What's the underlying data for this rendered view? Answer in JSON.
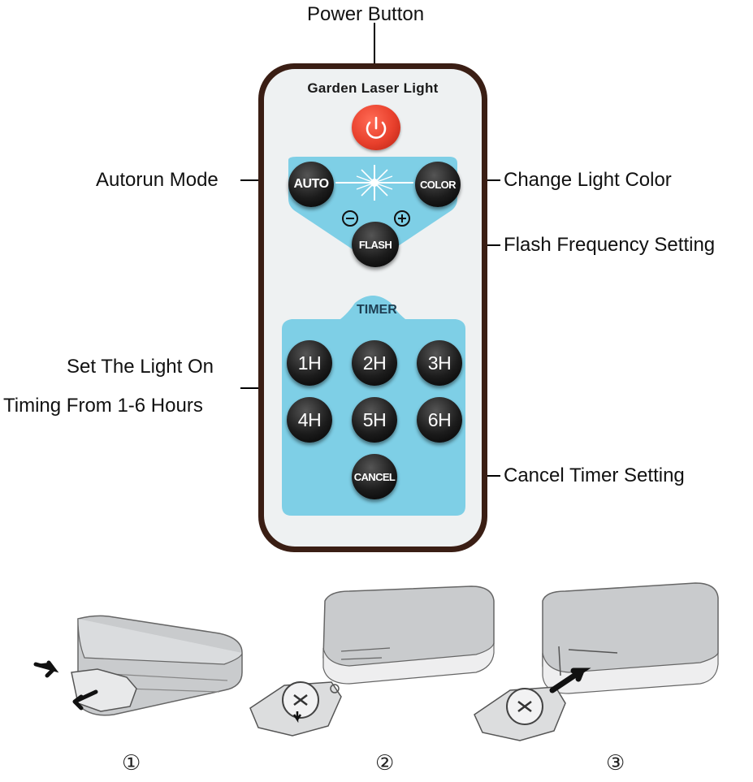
{
  "callouts": {
    "power": "Power Button",
    "auto": "Autorun Mode",
    "color": "Change Light Color",
    "flash": "Flash Frequency Setting",
    "timer_line1": "Set The Light On",
    "timer_line2": "Timing From 1-6 Hours",
    "cancel": "Cancel Timer Setting"
  },
  "remote": {
    "title": "Garden Laser Light",
    "buttons": {
      "auto": "AUTO",
      "color": "COLOR",
      "flash": "FLASH",
      "minus": "−",
      "plus": "+",
      "timer_label": "TIMER",
      "timers": [
        "1H",
        "2H",
        "3H",
        "4H",
        "5H",
        "6H"
      ],
      "cancel": "CANCEL"
    },
    "colors": {
      "body": "#3a1e14",
      "face": "#eef1f2",
      "panel": "#7ecfe6",
      "power": "#e8402c",
      "button": "#1c1c1c"
    }
  },
  "icons": {
    "power": "power-icon",
    "laser": "star-burst-icon",
    "arrows": "arrow-icon"
  },
  "battery_steps": {
    "labels": [
      "①",
      "②",
      "③"
    ]
  }
}
